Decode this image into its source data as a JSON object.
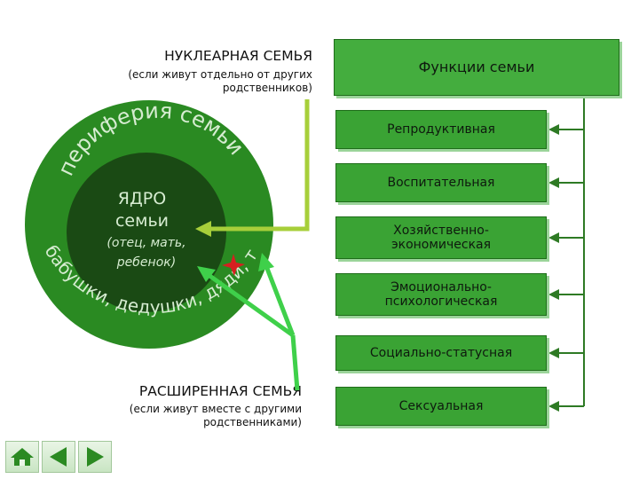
{
  "nuclear": {
    "title": "НУКЛЕАРНАЯ СЕМЬЯ",
    "subtitle_line1": "(если живут отдельно от других",
    "subtitle_line2": "родственников)"
  },
  "extended": {
    "title": "РАСШИРЕННАЯ СЕМЬЯ",
    "subtitle_line1": "(если живут вместе с другими",
    "subtitle_line2": "родственниками)"
  },
  "circle": {
    "periphery": "периферия семьи",
    "core_line1": "ЯДРО",
    "core_line2": "семьи",
    "core_sub_line1": "(отец, мать,",
    "core_sub_line2": "ребенок)",
    "relatives": "бабушки, дедушки, дяди, тети и т.д."
  },
  "functions": {
    "title": "Функции семьи",
    "items": [
      {
        "line1": "Репродуктивная",
        "line2": ""
      },
      {
        "line1": "Воспитательная",
        "line2": ""
      },
      {
        "line1": "Хозяйственно-",
        "line2": "экономическая"
      },
      {
        "line1": "Эмоционально-",
        "line2": "психологическая"
      },
      {
        "line1": "Социально-статусная",
        "line2": ""
      },
      {
        "line1": "Сексуальная",
        "line2": ""
      }
    ]
  },
  "colors": {
    "outer_ring": "#2a8a22",
    "inner_core": "#1a4a14",
    "box_fill": "#3aa334",
    "arrow_light": "#a7cf3a",
    "arrow_bright": "#3fd04a",
    "connector": "#2e7a24",
    "star": "#d62020"
  },
  "nav": {
    "home_icon": "home-icon",
    "prev_icon": "arrow-left-icon",
    "next_icon": "arrow-right-icon"
  }
}
